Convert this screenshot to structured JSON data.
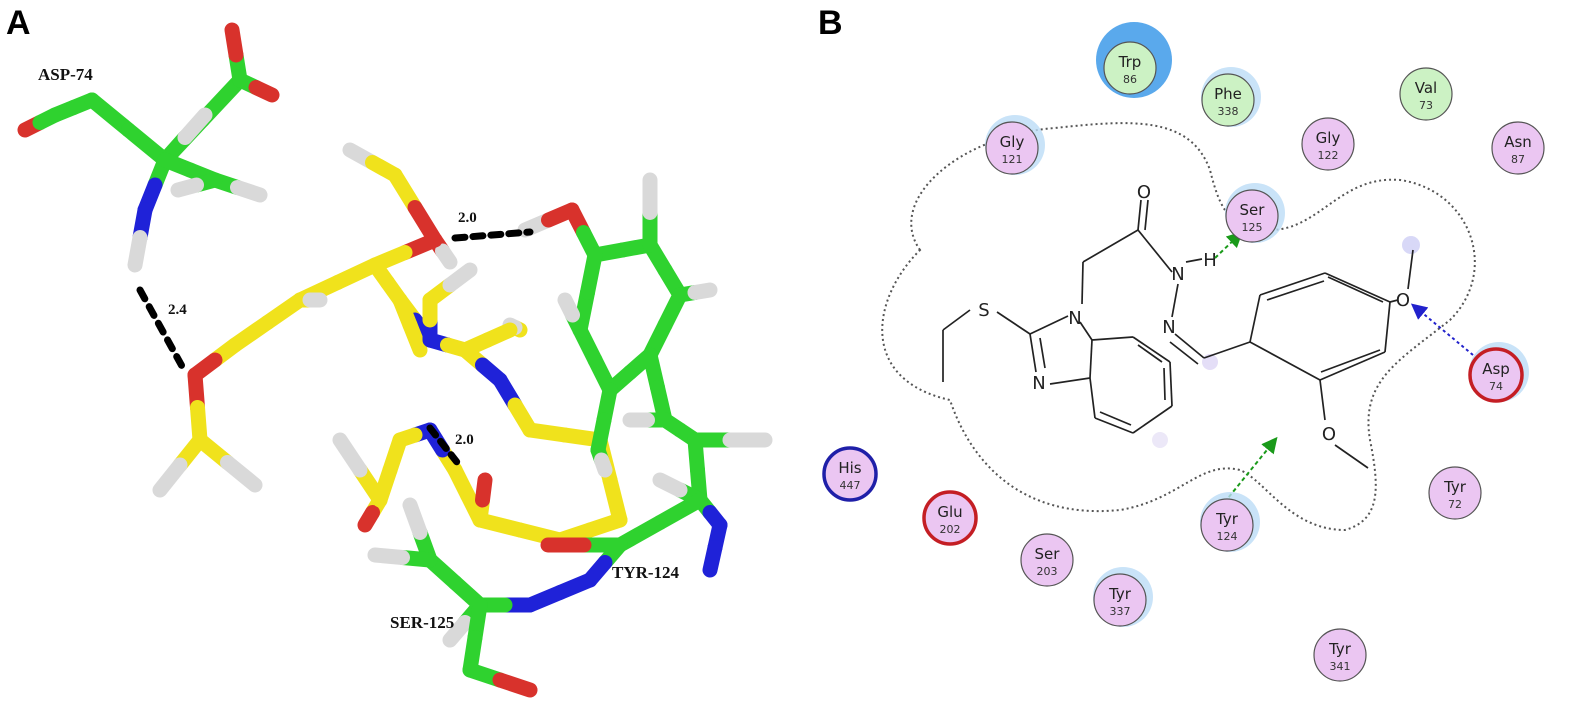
{
  "panels": {
    "a": {
      "letter": "A",
      "residues": [
        "ASP-74",
        "TYR-124",
        "SER-125"
      ],
      "distances": [
        "2.0",
        "2.4",
        "2.0"
      ]
    },
    "b": {
      "letter": "B",
      "residues": [
        {
          "name": "Trp",
          "num": "86",
          "kind": "hydrophobic",
          "shadow": "large"
        },
        {
          "name": "Phe",
          "num": "338",
          "kind": "hydrophobic",
          "shadow": "small"
        },
        {
          "name": "Val",
          "num": "73",
          "kind": "hydrophobic",
          "shadow": "none"
        },
        {
          "name": "Gly",
          "num": "121",
          "kind": "polar",
          "shadow": "small"
        },
        {
          "name": "Gly",
          "num": "122",
          "kind": "polar",
          "shadow": "none"
        },
        {
          "name": "Asn",
          "num": "87",
          "kind": "polar",
          "shadow": "none"
        },
        {
          "name": "Ser",
          "num": "125",
          "kind": "polar",
          "shadow": "small"
        },
        {
          "name": "Asp",
          "num": "74",
          "kind": "acidic",
          "shadow": "small"
        },
        {
          "name": "His",
          "num": "447",
          "kind": "basic",
          "shadow": "none"
        },
        {
          "name": "Glu",
          "num": "202",
          "kind": "acidic",
          "shadow": "none"
        },
        {
          "name": "Tyr",
          "num": "124",
          "kind": "polar",
          "shadow": "small"
        },
        {
          "name": "Tyr",
          "num": "72",
          "kind": "polar",
          "shadow": "none"
        },
        {
          "name": "Ser",
          "num": "203",
          "kind": "polar",
          "shadow": "none"
        },
        {
          "name": "Tyr",
          "num": "337",
          "kind": "polar",
          "shadow": "small"
        },
        {
          "name": "Tyr",
          "num": "341",
          "kind": "polar",
          "shadow": "none"
        }
      ],
      "atoms": [
        "O",
        "N",
        "H",
        "N",
        "S",
        "N",
        "N",
        "O",
        "O"
      ]
    }
  },
  "colors": {
    "carbon_protein": "#2fd22f",
    "carbon_ligand": "#f0e21c",
    "nitrogen": "#1f22d8",
    "oxygen": "#d8322c",
    "hydrogen": "#d9d9d9",
    "hydrophobic_fill": "#ccf2c4",
    "polar_fill": "#ebc6f2",
    "acidic_ring": "#c41e24",
    "basic_ring": "#1f1fa8",
    "solvent_shadow": "#5aa9ec",
    "hbond_sidechain": "#1a9a1a",
    "hbond_backbone": "#2222cc"
  }
}
